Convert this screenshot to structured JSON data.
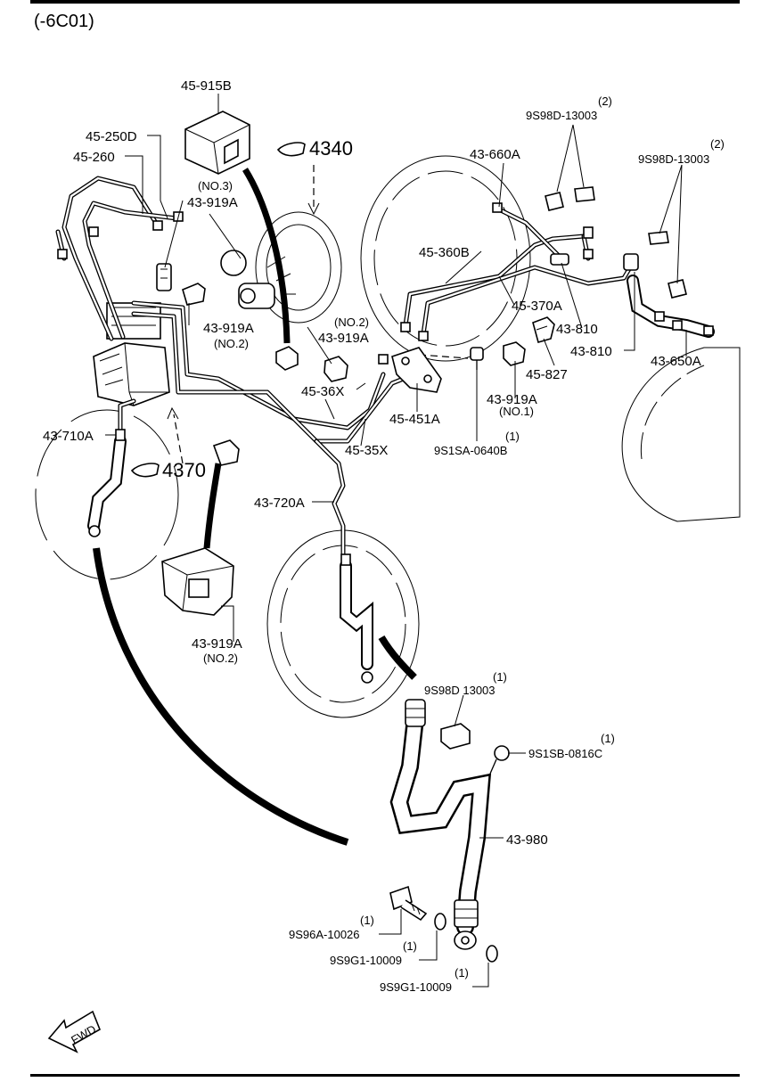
{
  "header": {
    "code": "(-6C01)"
  },
  "references": {
    "ref_4340": "4340",
    "ref_4370": "4370"
  },
  "fwd_label": "FWD",
  "labels": {
    "l_45_915B": "45-915B",
    "l_45_250D": "45-250D",
    "l_45_260": "45-260",
    "l_no3": "(NO.3)",
    "l_43_919A_a": "43-919A",
    "l_43_919A_b": "43-919A",
    "l_no2_b": "(NO.2)",
    "l_no2_c": "(NO.2)",
    "l_43_919A_c": "43-919A",
    "l_45_36X": "45-36X",
    "l_45_451A": "45-451A",
    "l_45_35X": "45-35X",
    "l_q1_a": "(1)",
    "l_9S1SA_0640B": "9S1SA-0640B",
    "l_43_919A_d": "43-919A",
    "l_no1": "(NO.1)",
    "l_45_827": "45-827",
    "l_43_660A": "43-660A",
    "l_q2_a": "(2)",
    "l_9S98D_13003_a": "9S98D-13003",
    "l_q2_b": "(2)",
    "l_9S98D_13003_b": "9S98D-13003",
    "l_45_360B": "45-360B",
    "l_45_370A": "45-370A",
    "l_43_810_a": "43-810",
    "l_43_810_b": "43-810",
    "l_43_650A": "43-650A",
    "l_43_710A": "43-710A",
    "l_43_720A": "43-720A",
    "l_43_919A_e": "43-919A",
    "l_no2_e": "(NO.2)",
    "l_q1_b": "(1)",
    "l_9S98D_13003_c": "9S98D 13003",
    "l_q1_c": "(1)",
    "l_9S1SB_0816C": "9S1SB-0816C",
    "l_43_980": "43-980",
    "l_q1_d": "(1)",
    "l_9S96A_10026": "9S96A-10026",
    "l_q1_e": "(1)",
    "l_9S9G1_10009_a": "9S9G1-10009",
    "l_q1_f": "(1)",
    "l_9S9G1_10009_b": "9S9G1-10009"
  }
}
